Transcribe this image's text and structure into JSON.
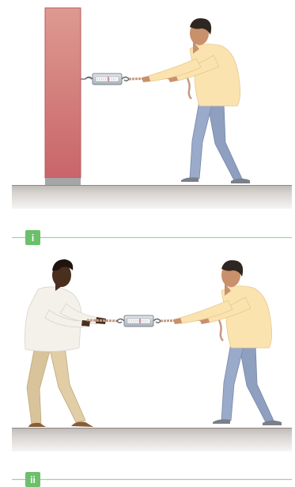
{
  "panels": [
    {
      "label": "i"
    },
    {
      "label": "ii"
    }
  ],
  "colors": {
    "wall": "#d98c8c",
    "floor": "#c9c4c0",
    "tag": "#6cc06c",
    "divider": "#9ed49e",
    "shirt_light": "#fbe3b0",
    "shirt_white": "#f4f1ea",
    "jeans": "#8e9fc0",
    "khaki": "#d9c39a",
    "rope": "#c9a089",
    "scale": "#c9cfd6"
  },
  "icons": [
    "wall",
    "spring-scale-icon",
    "rope",
    "person-pulling-right",
    "person-pulling-left"
  ]
}
